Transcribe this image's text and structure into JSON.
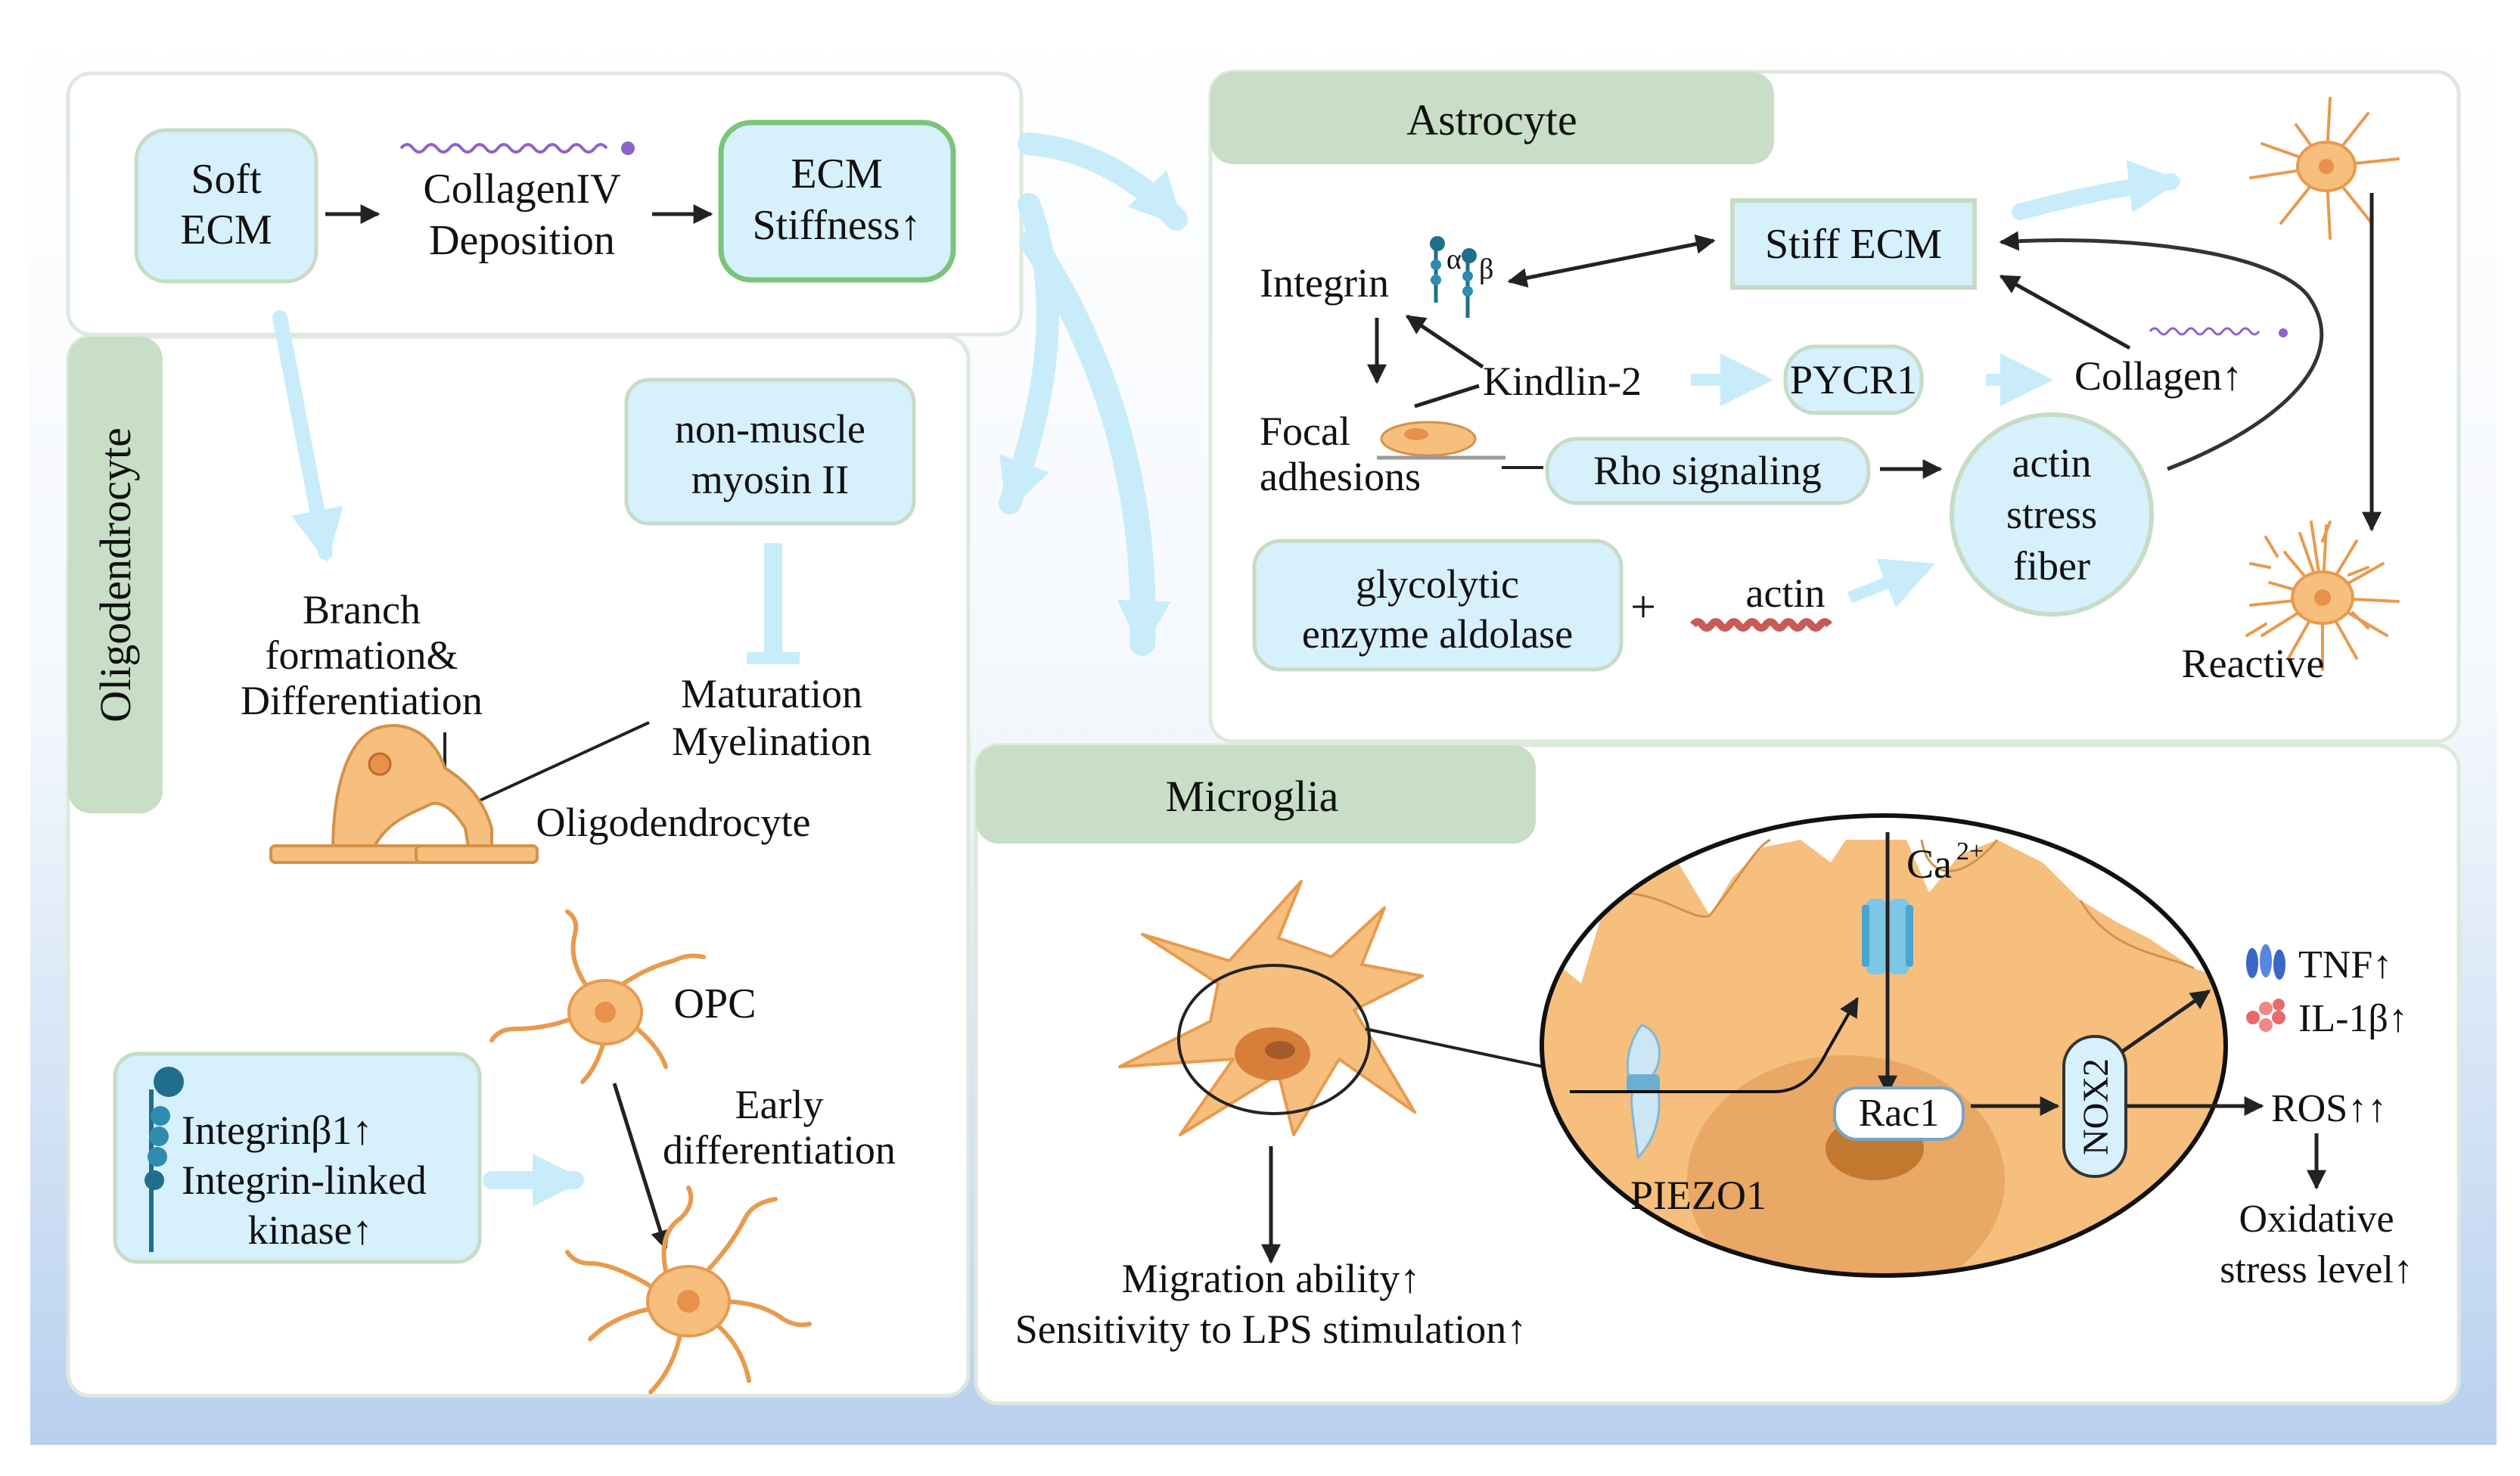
{
  "colors": {
    "box_fill": "#d6f0fc",
    "box_stroke": "#c6dcc4",
    "header_fill": "#c8dec6",
    "cell_fill": "#f6bf7d",
    "cell_stroke": "#d39249",
    "flow_arrow": "#c8ecfa",
    "background_bottom": "#b8d0ef"
  },
  "top_left": {
    "soft_ecm": [
      "Soft",
      "ECM"
    ],
    "collagen_deposition": [
      "CollagenIV",
      "Deposition"
    ],
    "ecm_stiffness": [
      "ECM",
      "Stiffness↑"
    ]
  },
  "oligodendrocyte": {
    "title": "Oligodendrocyte",
    "myosin": [
      "non-muscle",
      "myosin II"
    ],
    "branch": [
      "Branch",
      "formation&",
      "Differentiation"
    ],
    "maturation": [
      "Maturation",
      "Myelination"
    ],
    "cell_label": "Oligodendrocyte",
    "opc": "OPC",
    "early": [
      "Early",
      "differentiation"
    ],
    "integrin_box": [
      "Integrinβ1↑",
      "Integrin-linked",
      "kinase↑"
    ]
  },
  "astrocyte": {
    "title": "Astrocyte",
    "integrin": "Integrin",
    "alpha": "α",
    "beta": "β",
    "stiff_ecm": "Stiff ECM",
    "kindlin": "Kindlin-2",
    "pycr1": "PYCR1",
    "collagen": "Collagen↑",
    "focal": [
      "Focal",
      "adhesions"
    ],
    "rho": "Rho signaling",
    "actin_fiber": [
      "actin",
      "stress",
      "fiber"
    ],
    "glycolytic": [
      "glycolytic",
      "enzyme aldolase"
    ],
    "plus": "+",
    "actin": "actin",
    "reactive": "Reactive"
  },
  "microglia": {
    "title": "Microglia",
    "ca": "Ca",
    "ca_sup": "2+",
    "rac1": "Rac1",
    "nox2": "NOX2",
    "piezo1": "PIEZO1",
    "tnf": "TNF↑",
    "il1b": "IL-1β↑",
    "ros": "ROS↑↑",
    "oxidative": [
      "Oxidative",
      "stress level↑"
    ],
    "migration": "Migration ability↑",
    "sensitivity": "Sensitivity to LPS stimulation↑"
  }
}
